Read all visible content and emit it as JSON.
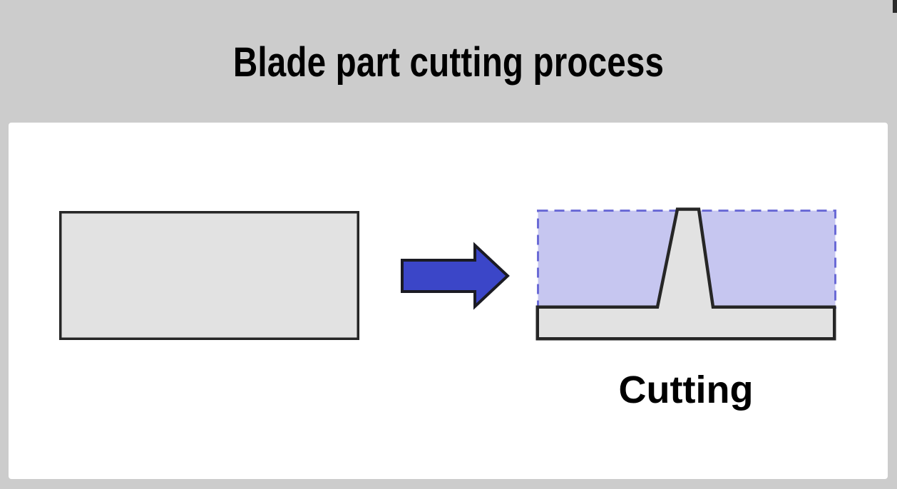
{
  "slide": {
    "title": "Blade part cutting process",
    "background_color": "#cccccc",
    "panel_color": "#ffffff"
  },
  "diagram": {
    "caption": "Cutting",
    "stock_block": {
      "label": "stock-blank-rectangle",
      "fill": "#e2e2e2",
      "stroke": "#262626"
    },
    "process_arrow": {
      "label": "process-arrow",
      "fill": "#3b46c8",
      "stroke": "#1b1b23",
      "direction": "right"
    },
    "removed_material": {
      "label": "removed-material-region",
      "fill": "#c6c6f0",
      "stroke": "#6b6bd6",
      "stroke_style": "dashed"
    },
    "cut_part": {
      "label": "cut-blade-part",
      "fill": "#e2e2e2",
      "stroke": "#262626"
    }
  }
}
